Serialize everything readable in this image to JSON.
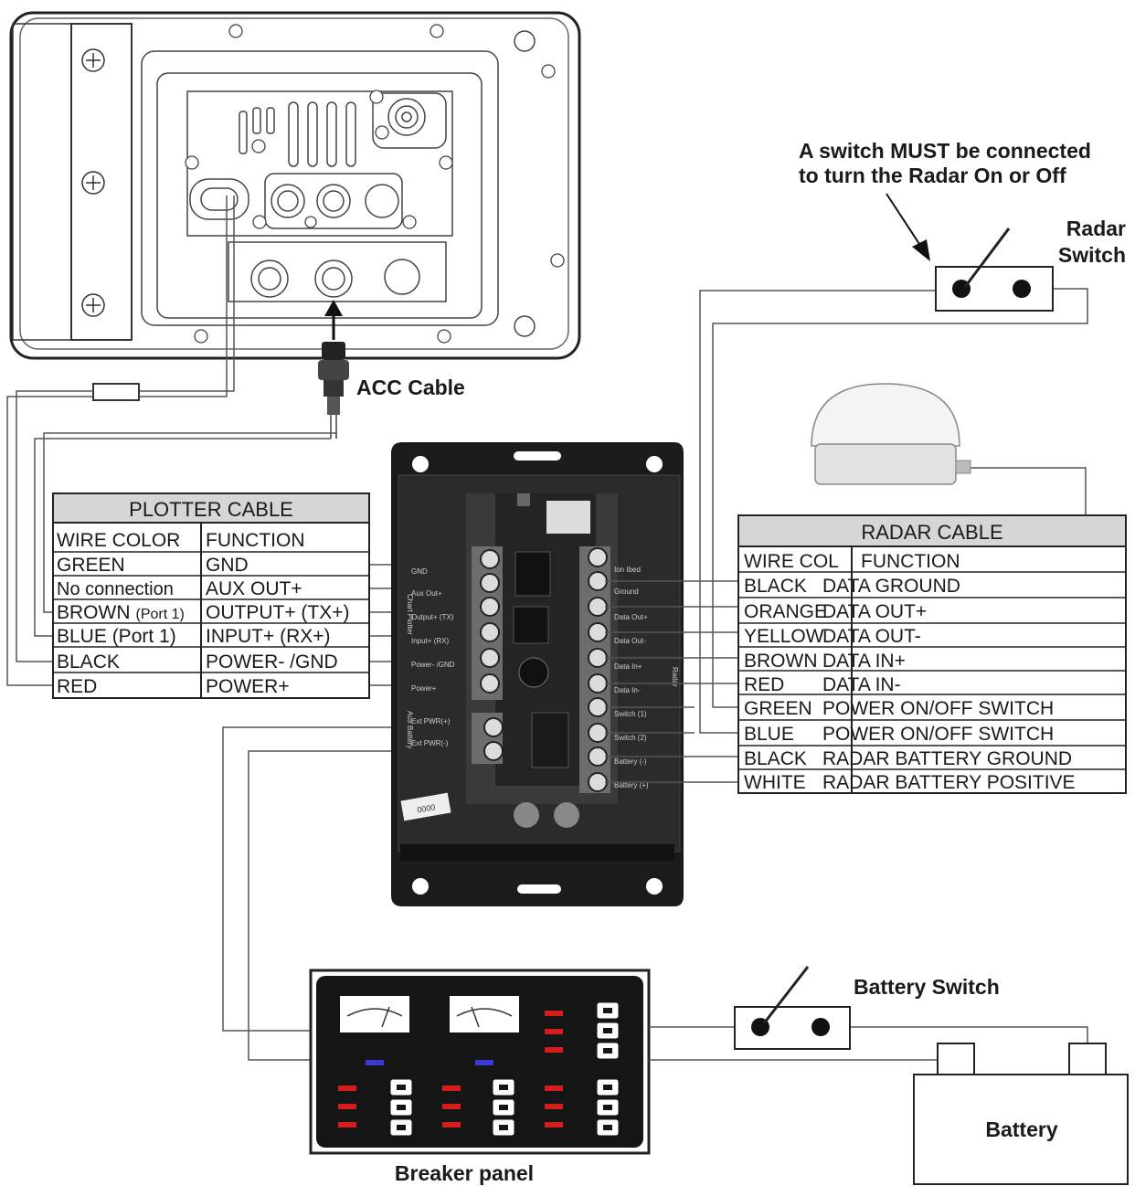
{
  "labels": {
    "radar_note_line1": "A switch MUST be connected",
    "radar_note_line2": "to turn the Radar On or Off",
    "radar_switch_line1": "Radar",
    "radar_switch_line2": "Switch",
    "acc_cable": "ACC Cable",
    "battery_switch": "Battery Switch",
    "battery": "Battery",
    "breaker_panel": "Breaker panel"
  },
  "plotter_cable": {
    "title": "PLOTTER CABLE",
    "header": [
      "WIRE COLOR",
      "FUNCTION"
    ],
    "rows": [
      {
        "color": "GREEN",
        "suffix": "",
        "function": "GND"
      },
      {
        "color": "No connection",
        "suffix": "",
        "function": "AUX OUT+"
      },
      {
        "color": "BROWN",
        "suffix": "(Port 1)",
        "function": "OUTPUT+ (TX+)"
      },
      {
        "color": "BLUE (Port 1)",
        "suffix": "",
        "function": "INPUT+ (RX+)"
      },
      {
        "color": "BLACK",
        "suffix": "",
        "function": "POWER- /GND"
      },
      {
        "color": "RED",
        "suffix": "",
        "function": "POWER+"
      }
    ]
  },
  "radar_cable": {
    "title": "RADAR CABLE",
    "header": [
      "WIRE COL",
      "FUNCTION"
    ],
    "rows": [
      {
        "color": "BLACK",
        "function": "DATA GROUND"
      },
      {
        "color": "ORANGE",
        "function": "DATA OUT+"
      },
      {
        "color": "YELLOW",
        "function": "DATA OUT-"
      },
      {
        "color": "BROWN",
        "function": "DATA IN+"
      },
      {
        "color": "RED",
        "function": "DATA IN-"
      },
      {
        "color": "GREEN",
        "function": "POWER ON/OFF SWITCH"
      },
      {
        "color": "BLUE",
        "function": "POWER ON/OFF SWITCH"
      },
      {
        "color": "BLACK",
        "function": "RADAR BATTERY GROUND"
      },
      {
        "color": "WHITE",
        "function": "RADAR BATTERY POSITIVE"
      }
    ]
  },
  "junction_box": {
    "left_terminals": [
      "GND",
      "Aux Out+",
      "Output+ (TX)",
      "Input+ (RX)",
      "Power- /GND",
      "Power+",
      "Ext PWR(+)",
      "Ext PWR(-)"
    ],
    "right_terminals": [
      "Ion Ibed",
      "Ground",
      "Data Out+",
      "Data Out-",
      "Data In+",
      "Data In-",
      "Switch (1)",
      "Switch (2)",
      "Battery (-)",
      "Battery (+)"
    ],
    "left_group_label": "Chart Plotter",
    "lower_group_label": "Aux Battery",
    "right_group_label": "Radar",
    "serial": "0000"
  }
}
